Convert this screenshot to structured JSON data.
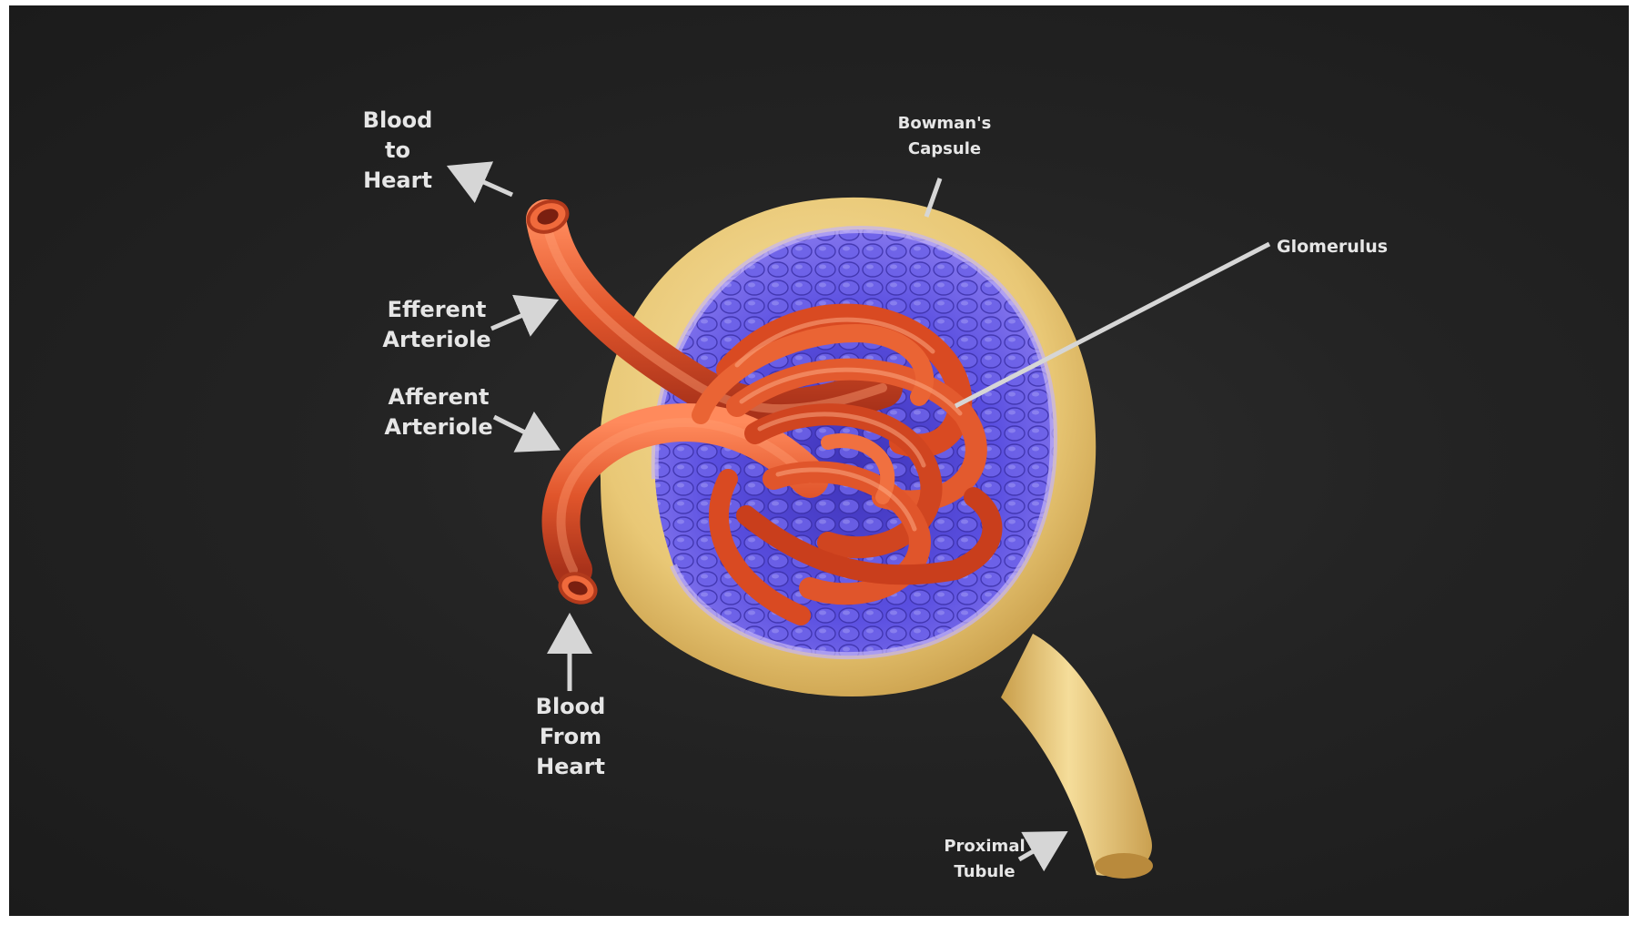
{
  "diagram": {
    "labels": {
      "blood_to_heart": "Blood\nto\nHeart",
      "efferent_arteriole": "Efferent\nArteriole",
      "afferent_arteriole": "Afferent\nArteriole",
      "blood_from_heart": "Blood\nFrom\nHeart",
      "bowmans_capsule": "Bowman's\nCapsule",
      "glomerulus": "Glomerulus",
      "proximal_tubule": "Proximal\nTubule"
    },
    "colors": {
      "background": "#1e1e1e",
      "capsule": "#f0d58a",
      "capsule_lining": "#6a5ae0",
      "vessel": "#e0552b",
      "label_text": "#e6e6e6",
      "arrow": "#d6d6d6"
    }
  }
}
